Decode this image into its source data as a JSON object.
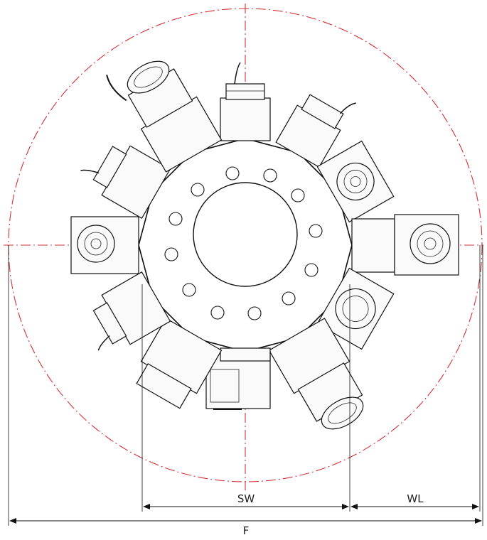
{
  "dimensions": {
    "sw": "SW",
    "wl": "WL",
    "f": "F"
  },
  "colors": {
    "centerline": "#d1323a",
    "outline": "#111111",
    "background": "#ffffff"
  }
}
